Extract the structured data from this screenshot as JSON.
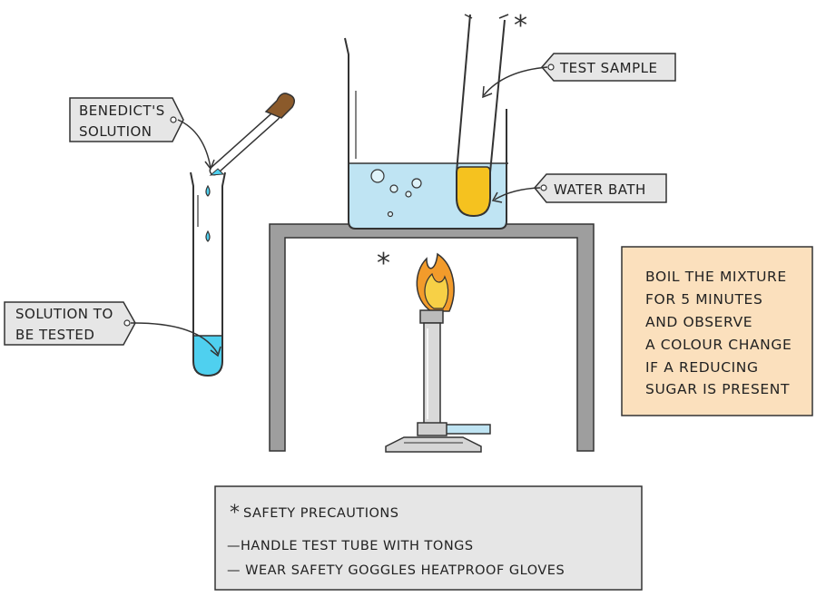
{
  "labels": {
    "benedicts": [
      "BENEDICT'S",
      "SOLUTION"
    ],
    "solution_tested": [
      "SOLUTION TO",
      "BE TESTED"
    ],
    "test_sample": "TEST SAMPLE",
    "water_bath": "WATER BATH"
  },
  "note": {
    "lines": [
      "BOIL THE MIXTURE",
      "FOR 5 MINUTES",
      "AND OBSERVE",
      "A COLOUR CHANGE",
      "IF A REDUCING",
      "SUGAR IS PRESENT"
    ],
    "background": "#fbe0bd"
  },
  "safety": {
    "title": "SAFETY PRECAUTIONS",
    "items": [
      "—HANDLE TEST TUBE WITH TONGS",
      "— WEAR SAFETY GOGGLES HEATPROOF GLOVES"
    ]
  },
  "markers": {
    "asterisk": "*"
  },
  "colors": {
    "liquid_blue": "#4fd0ef",
    "water_bath": "#bfe4f3",
    "sample_yellow": "#f5c21f",
    "dropper_bulb": "#8b5a2b",
    "stand_grey": "#999999",
    "flame_orange": "#f29b2b",
    "flame_yellow": "#f7d046",
    "label_fill": "#e6e6e6"
  }
}
